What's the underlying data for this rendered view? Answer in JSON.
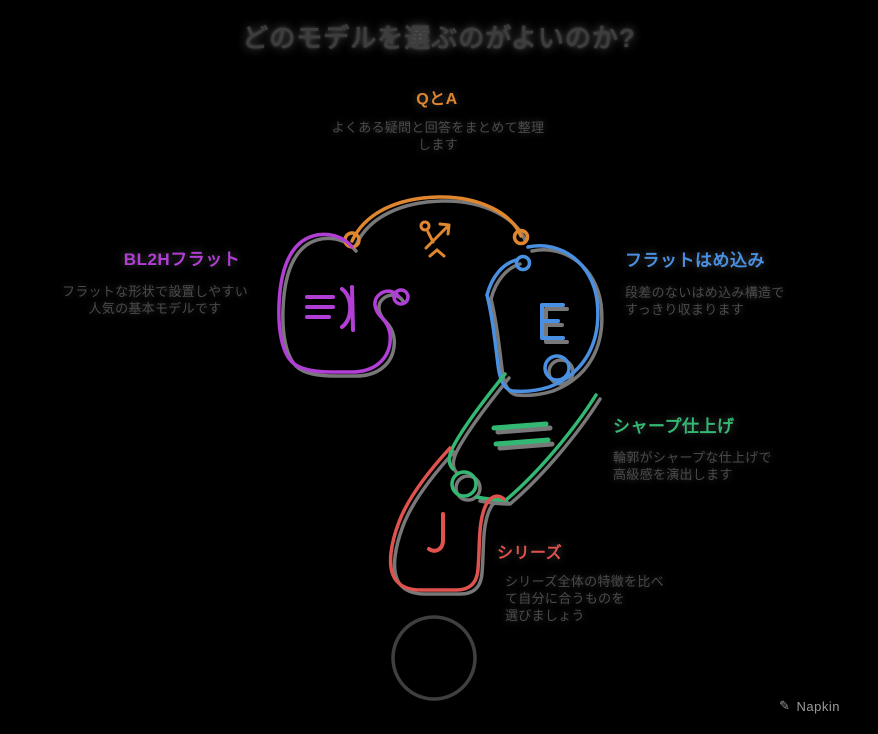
{
  "title": "どのモデルを選ぶのがよいのか?",
  "background_color": "#000000",
  "question_mark": {
    "shape": "question-mark built from puzzle-piece segments",
    "dot_color": "#3f3f3f",
    "sketch_shadow_color": "#8d8d8d"
  },
  "sections": {
    "qa": {
      "label": "QとA",
      "color": "#e0862e",
      "icon": "person-arrow-icon",
      "desc_line1": "よくある疑問と回答をまとめて整理",
      "desc_line2": "します"
    },
    "flat_model": {
      "label": "BL2Hフラット",
      "color": "#b13fd6",
      "icon": "menu-list-bracket-icon",
      "desc_line1": "フラットな形状で設置しやすい",
      "desc_line2": "人気の基本モデルです"
    },
    "flat_inset": {
      "label": "フラットはめ込み",
      "color": "#4a90e2",
      "icon": "bracket-e-icon",
      "desc_line1": "段差のないはめ込み構造で",
      "desc_line2": "すっきり収まります"
    },
    "sharp_finish": {
      "label": "シャープ仕上げ",
      "color": "#33b873",
      "icon": "equals-icon",
      "desc_line1": "輪郭がシャープな仕上げで",
      "desc_line2": "高級感を演出します"
    },
    "series": {
      "label": "シリーズ",
      "color": "#e0524e",
      "icon": "hook-j-icon",
      "desc_line1": "シリーズ全体の特徴を比べ",
      "desc_line2": "て自分に合うものを",
      "desc_line3": "選びましょう"
    }
  },
  "watermark": {
    "logo": "napkin-logo-icon",
    "brand": "Napkin"
  }
}
